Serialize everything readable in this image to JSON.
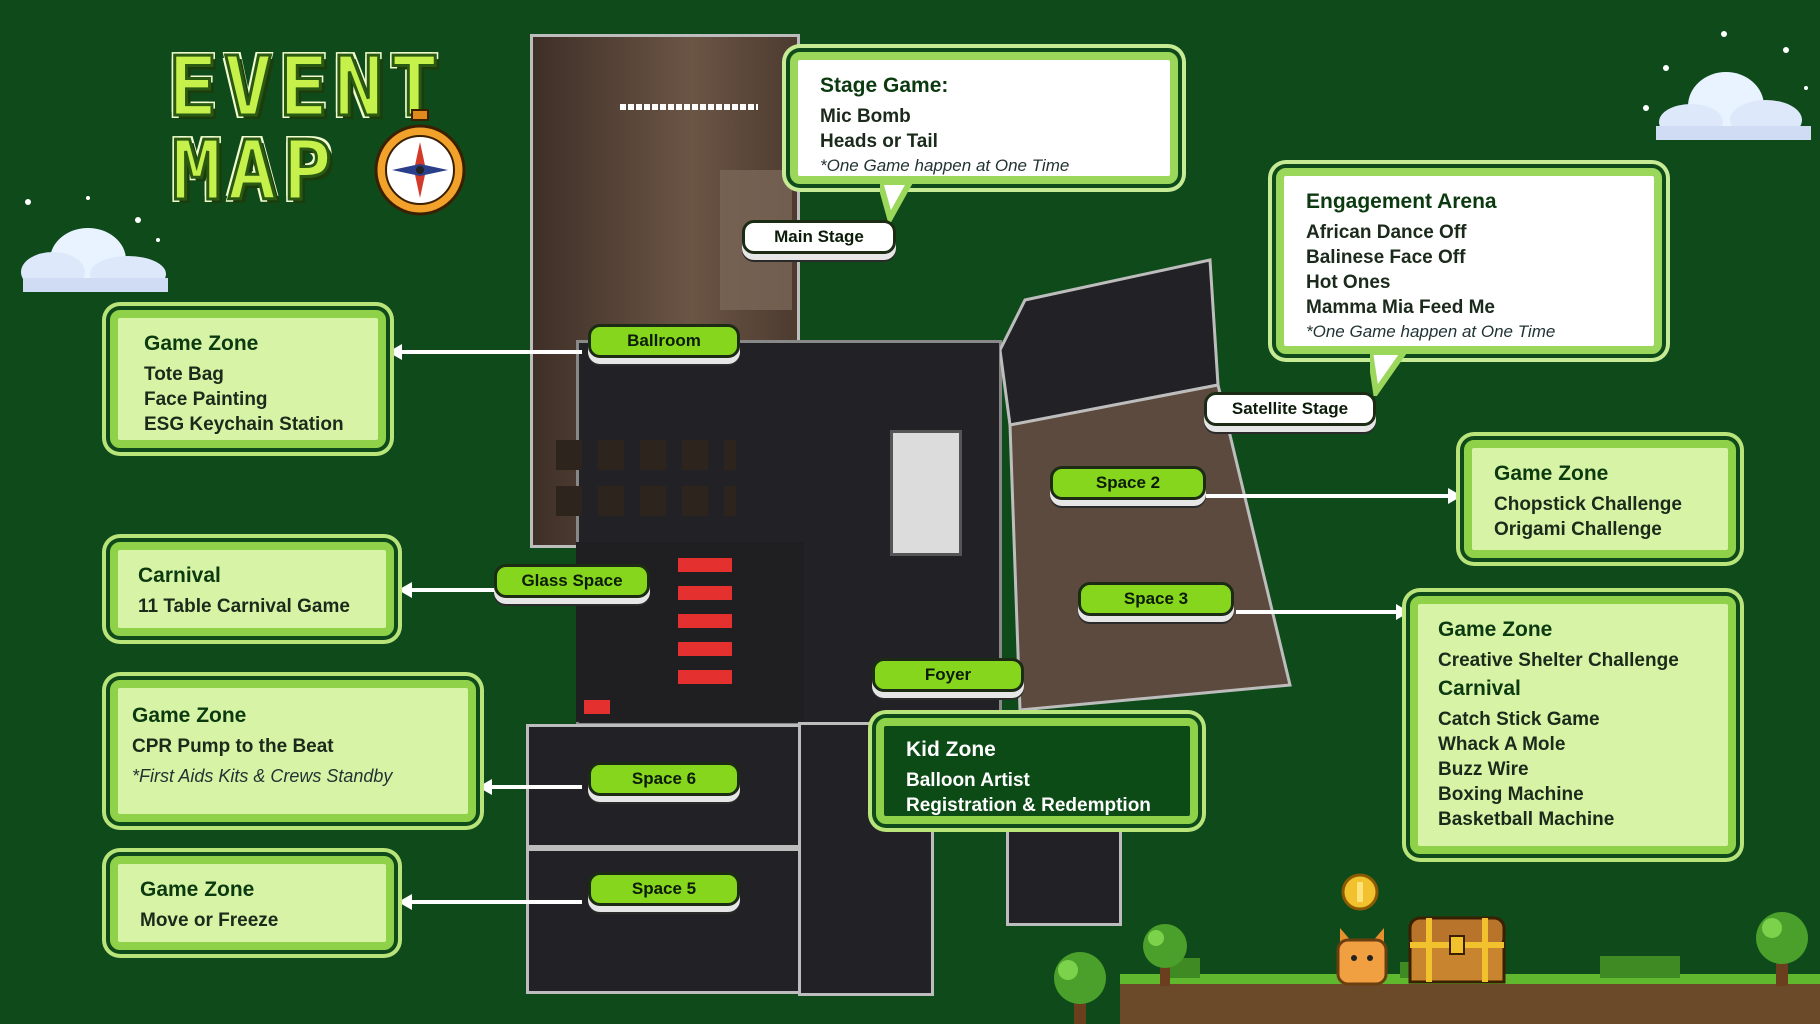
{
  "title": {
    "line1": "EVENT",
    "line2": "MAP"
  },
  "panels": {
    "stage_game": {
      "heading": "Stage Game:",
      "items": [
        "Mic Bomb",
        "Heads or Tail"
      ],
      "note": "*One Game happen at One Time"
    },
    "engagement": {
      "heading": "Engagement Arena",
      "items": [
        "African Dance Off",
        "Balinese Face Off",
        "Hot Ones",
        "Mamma Mia Feed Me"
      ],
      "note": "*One Game happen at One Time"
    },
    "ballroom_zone": {
      "heading": "Game Zone",
      "items": [
        "Tote Bag",
        "Face Painting",
        "ESG Keychain Station"
      ]
    },
    "carnival_glass": {
      "heading": "Carnival",
      "items": [
        "11 Table Carnival Game"
      ]
    },
    "space6_zone": {
      "heading": "Game Zone",
      "items": [
        "CPR Pump to the Beat"
      ],
      "note": "*First Aids Kits & Crews Standby"
    },
    "space5_zone": {
      "heading": "Game Zone",
      "items": [
        "Move or Freeze"
      ]
    },
    "space2_zone": {
      "heading": "Game Zone",
      "items": [
        "Chopstick Challenge",
        "Origami Challenge"
      ]
    },
    "space3_zone": {
      "heading": "Game Zone",
      "items": [
        "Creative Shelter Challenge"
      ],
      "heading2": "Carnival",
      "items2": [
        "Catch Stick Game",
        "Whack A Mole",
        "Buzz Wire",
        "Boxing Machine",
        "Basketball Machine"
      ]
    },
    "kid_zone": {
      "heading": "Kid Zone",
      "items": [
        "Balloon Artist",
        "Registration & Redemption"
      ]
    }
  },
  "labels": {
    "main_stage": "Main Stage",
    "ballroom": "Ballroom",
    "satellite_stage": "Satellite Stage",
    "space2": "Space 2",
    "space3": "Space 3",
    "glass_space": "Glass Space",
    "foyer": "Foyer",
    "space6": "Space 6",
    "space5": "Space 5"
  },
  "icons": [
    "compass-icon",
    "cloud-icon",
    "coin-icon",
    "cat-icon",
    "treasure-chest-icon",
    "tree-icon"
  ],
  "colors": {
    "background": "#0f4a1b",
    "panel": "#d7f4a6",
    "pill": "#86d61e",
    "title": "#c6f04a"
  }
}
